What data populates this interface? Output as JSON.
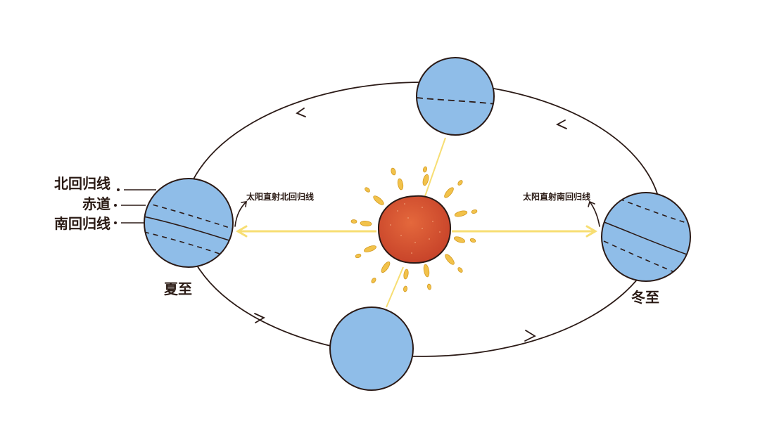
{
  "labels": {
    "tropic_of_cancer": "北回归线",
    "equator": "赤道",
    "tropic_of_capricorn": "南回归线",
    "summer_solstice": "夏至",
    "winter_solstice": "冬至",
    "sun_direct_north": "太阳直射北回归线",
    "sun_direct_south": "太阳直射南回归线"
  },
  "colors": {
    "earth": "#8fbde8",
    "earth_outline": "#2b1a16",
    "sun": "#d9532e",
    "sun_ray": "#f2c24a",
    "sunlight_line": "#f7de73",
    "orbit": "#2b1a16"
  }
}
